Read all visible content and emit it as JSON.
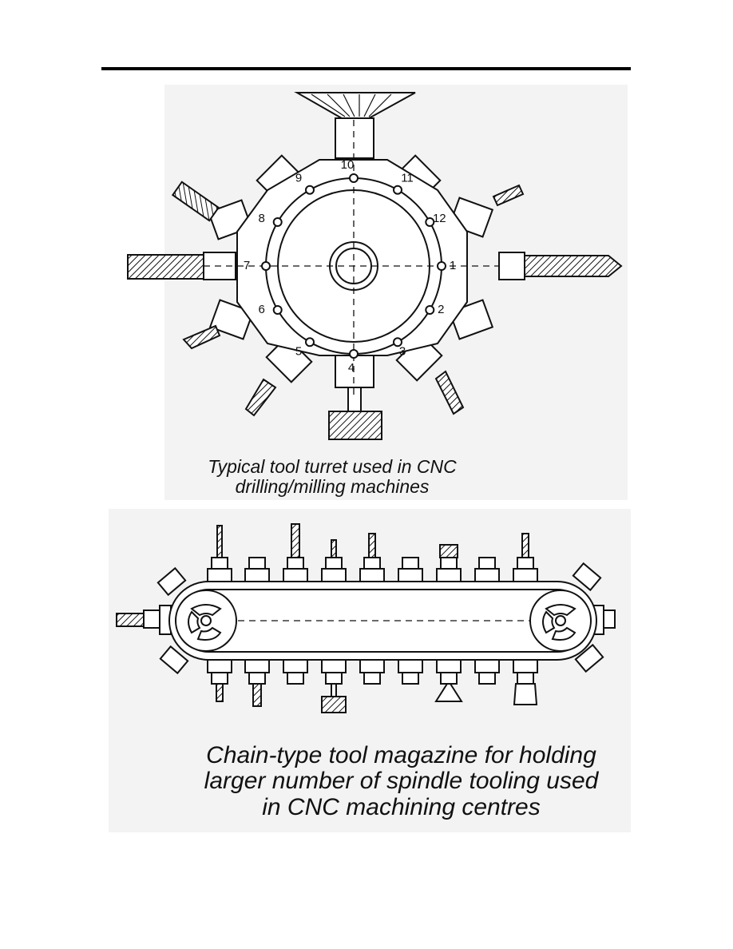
{
  "turret": {
    "position_labels": [
      "1",
      "2",
      "3",
      "4",
      "5",
      "6",
      "7",
      "8",
      "9",
      "10",
      "11",
      "12"
    ],
    "caption_lines": [
      "Typical tool turret used in CNC",
      "drilling/milling machines"
    ]
  },
  "magazine": {
    "caption_lines": [
      "Chain-type tool magazine for holding",
      "larger number of spindle tooling used",
      "in CNC machining centres"
    ]
  },
  "colors": {
    "ink": "#111111",
    "panel": "#f3f3f3",
    "rule": "#000000"
  }
}
